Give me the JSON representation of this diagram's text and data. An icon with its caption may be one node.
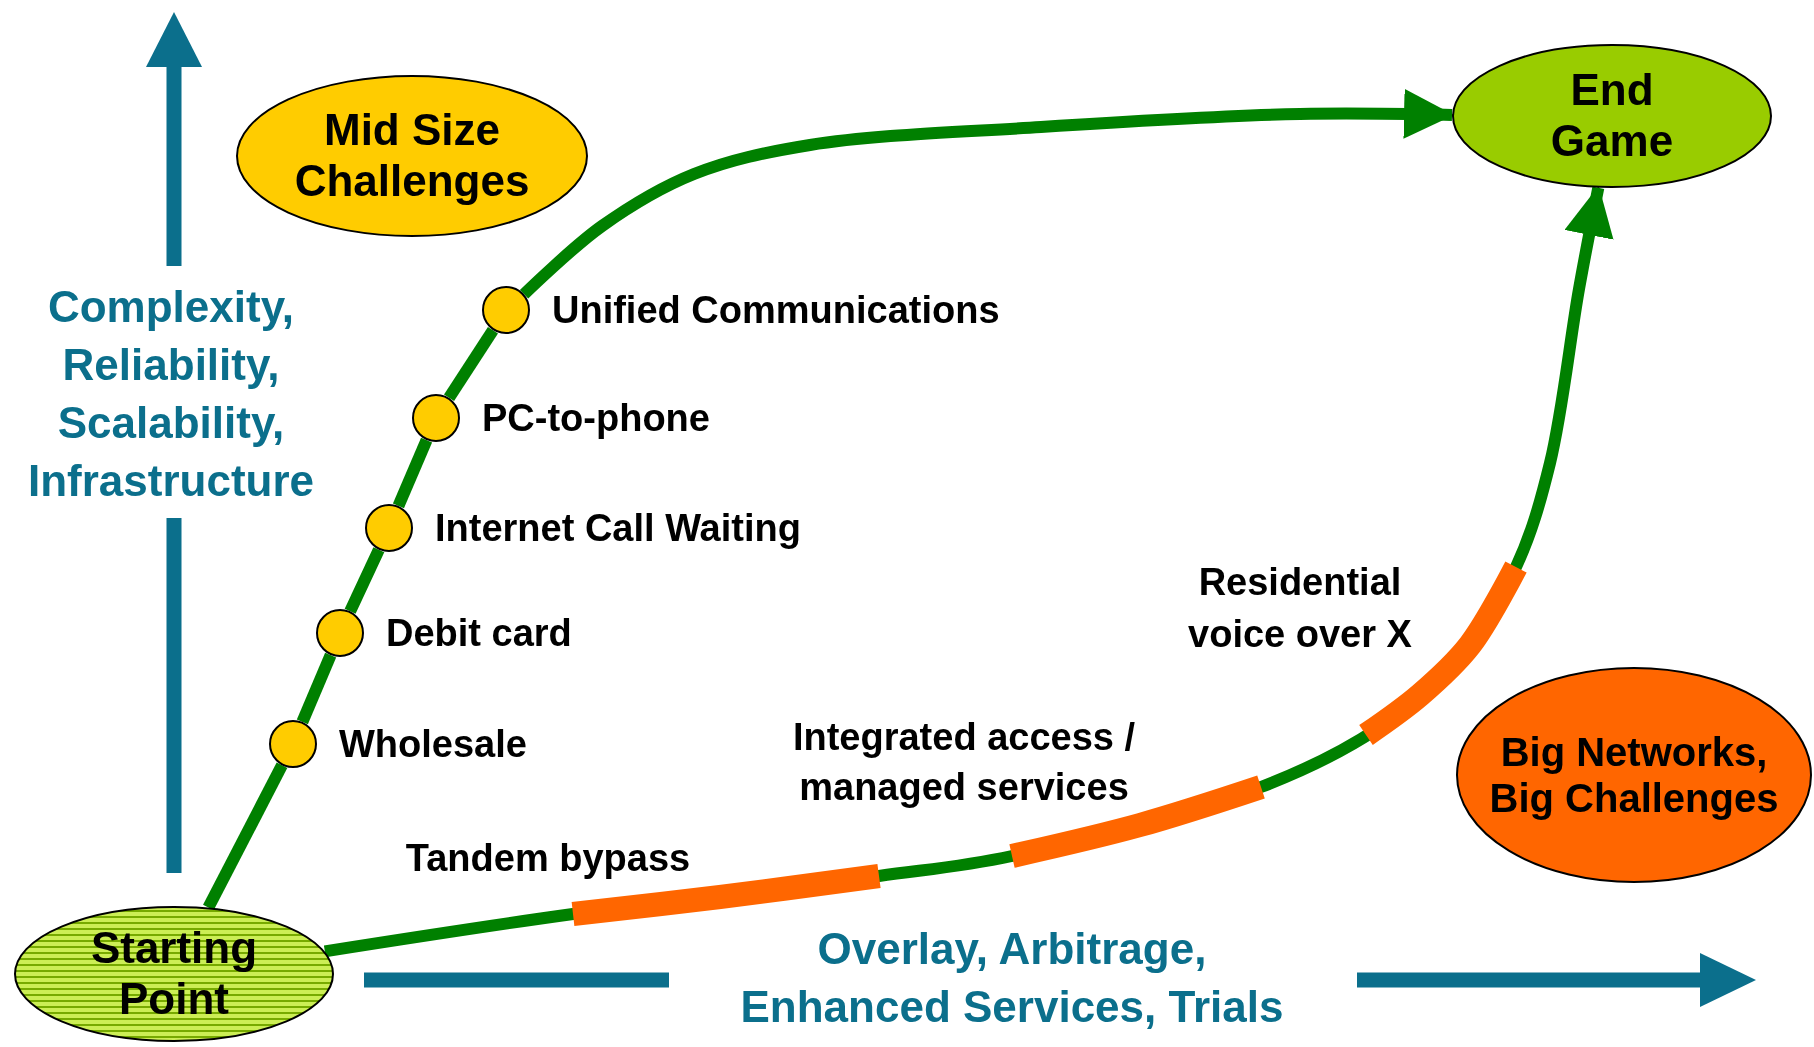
{
  "diagram": {
    "nodes": [
      {
        "text": [
          "Starting Point"
        ]
      },
      {
        "text": [
          "Mid Size Challenges"
        ]
      },
      {
        "text": [
          "End Game"
        ]
      },
      {
        "text": [
          "Big Networks, Big Challenges"
        ]
      },
      {
        "text": [],
        "shape": "circle",
        "beside": [
          "Unified Communications"
        ]
      },
      {
        "text": [],
        "shape": "circle",
        "beside": [
          "PC-to-phone"
        ]
      },
      {
        "text": [],
        "shape": "circle",
        "beside": [
          "Internet Call Waiting"
        ]
      },
      {
        "text": [],
        "shape": "circle",
        "beside": [
          "Debit card"
        ]
      },
      {
        "text": [],
        "shape": "circle",
        "beside": [
          "Wholesale"
        ]
      }
    ],
    "edges": [
      {
        "from": 0,
        "to": 8,
        "arrow": "none"
      },
      {
        "from": 8,
        "to": 7,
        "arrow": "none"
      },
      {
        "from": 7,
        "to": 6,
        "arrow": "none"
      },
      {
        "from": 6,
        "to": 5,
        "arrow": "none"
      },
      {
        "from": 5,
        "to": 4,
        "arrow": "none"
      },
      {
        "from": 4,
        "to": 2,
        "arrow": "to"
      },
      {
        "from": 0,
        "to": 2,
        "arrow": "to"
      }
    ],
    "labels": [
      "Complexity, Reliability, Scalability, Infrastructure",
      "Residential voice over X",
      "Integrated access / managed services",
      "Tandem bypass",
      "Overlay, Arbitrage, Enhanced Services, Trials"
    ]
  }
}
